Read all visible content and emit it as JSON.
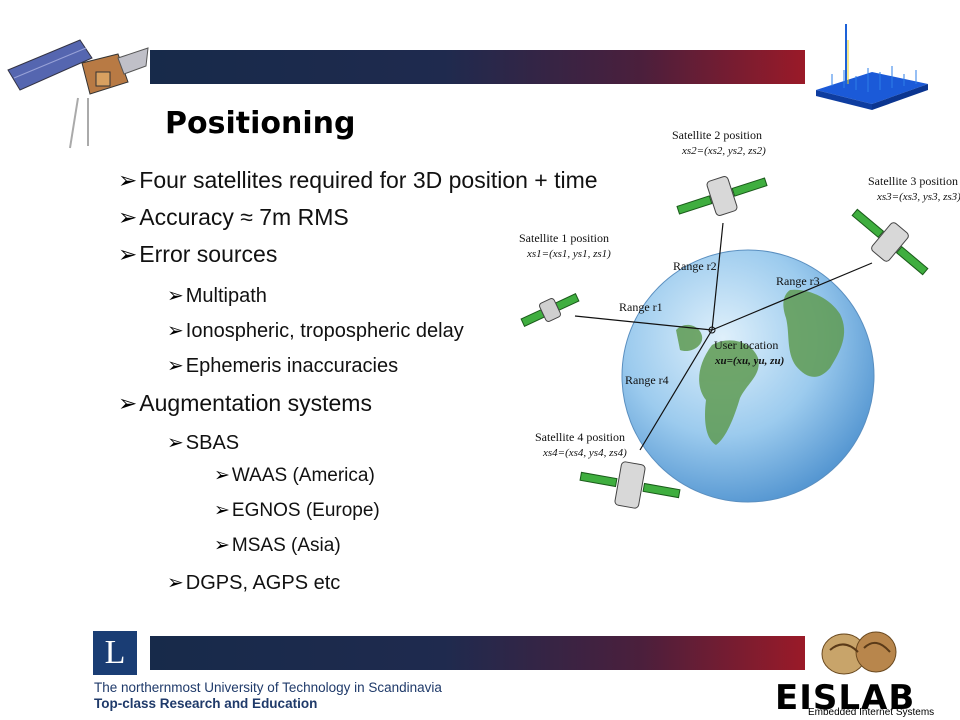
{
  "slide": {
    "title": "Positioning",
    "bullets": [
      {
        "level": 1,
        "text": "Four satellites required for 3D position + time"
      },
      {
        "level": 1,
        "text": "Accuracy ≈ 7m RMS"
      },
      {
        "level": 1,
        "text": "Error sources"
      },
      {
        "level": 2,
        "text": "Multipath"
      },
      {
        "level": 2,
        "text": "Ionospheric, tropospheric delay"
      },
      {
        "level": 2,
        "text": "Ephemeris inaccuracies"
      },
      {
        "level": 1,
        "text": "Augmentation systems"
      },
      {
        "level": 2,
        "text": "SBAS"
      },
      {
        "level": 3,
        "text": "WAAS (America)"
      },
      {
        "level": 3,
        "text": "EGNOS (Europe)"
      },
      {
        "level": 3,
        "text": "MSAS (Asia)"
      },
      {
        "level": 2,
        "text": "DGPS, AGPS etc"
      }
    ],
    "bullet_glyph": "➢"
  },
  "diagram": {
    "satellites": [
      {
        "label": "Satellite 1 position",
        "eq": "xs1=(xs1, ys1, zs1)"
      },
      {
        "label": "Satellite 2 position",
        "eq": "xs2=(xs2, ys2, zs2)"
      },
      {
        "label": "Satellite 3 position",
        "eq": "xs3=(xs3, ys3, zs3)"
      },
      {
        "label": "Satellite 4 position",
        "eq": "xs4=(xs4, ys4, zs4)"
      }
    ],
    "ranges": [
      "Range r1",
      "Range r2",
      "Range r3",
      "Range r4"
    ],
    "user": {
      "label": "User location",
      "eq": "xu=(xu, yu, zu)"
    }
  },
  "footer": {
    "line1": "The northernmost University of Technology in Scandinavia",
    "line2": "Top-class Research and Education",
    "logo_letter": "L",
    "brand": "EISLAB",
    "brand_sub": "Embedded Internet Systems"
  },
  "colors": {
    "band_dark": "#172a4a",
    "band_red": "#9a1a28",
    "globe_ocean": "#7fb7e3",
    "land": "#5f9b52",
    "panel": "#3fae3f"
  }
}
